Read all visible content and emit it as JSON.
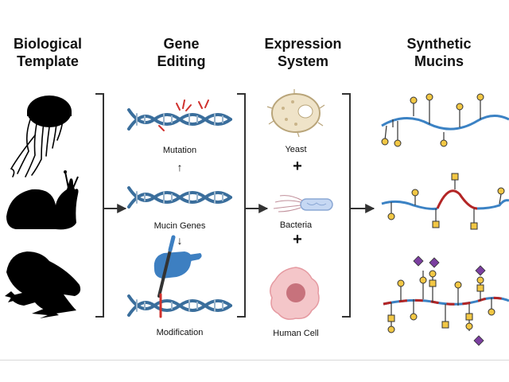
{
  "columns": [
    {
      "title_line1": "Biological",
      "title_line2": "Template"
    },
    {
      "title_line1": "Gene",
      "title_line2": "Editing"
    },
    {
      "title_line1": "Expression",
      "title_line2": "System"
    },
    {
      "title_line1": "Synthetic",
      "title_line2": "Mucins"
    }
  ],
  "gene_editing": {
    "mutation": "Mutation",
    "mucin_genes": "Mucin Genes",
    "modification": "Modification",
    "up_arrow": "↑",
    "down_arrow": "↓"
  },
  "expression": {
    "yeast": "Yeast",
    "bacteria": "Bacteria",
    "human_cell": "Human Cell",
    "plus": "+"
  },
  "colors": {
    "dna_blue": "#3a6e9c",
    "mutation_red": "#d0312d",
    "mucin_blue": "#3b82c4",
    "mucin_red": "#b32525",
    "glycan_yellow": "#f2c744",
    "glycan_purple": "#7b3fa0",
    "silhouette": "#000000"
  }
}
